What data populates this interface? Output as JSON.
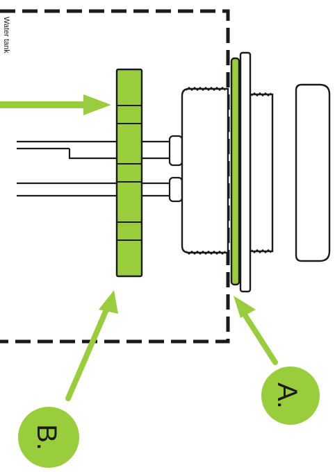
{
  "diagram": {
    "tank_label": "Water tank",
    "callouts": [
      {
        "id": "a",
        "letter": "A."
      },
      {
        "id": "b",
        "letter": "B."
      }
    ]
  },
  "colors": {
    "accent_green": "#9acd3c",
    "line_black": "#1a1a1a",
    "background": "#ffffff"
  }
}
